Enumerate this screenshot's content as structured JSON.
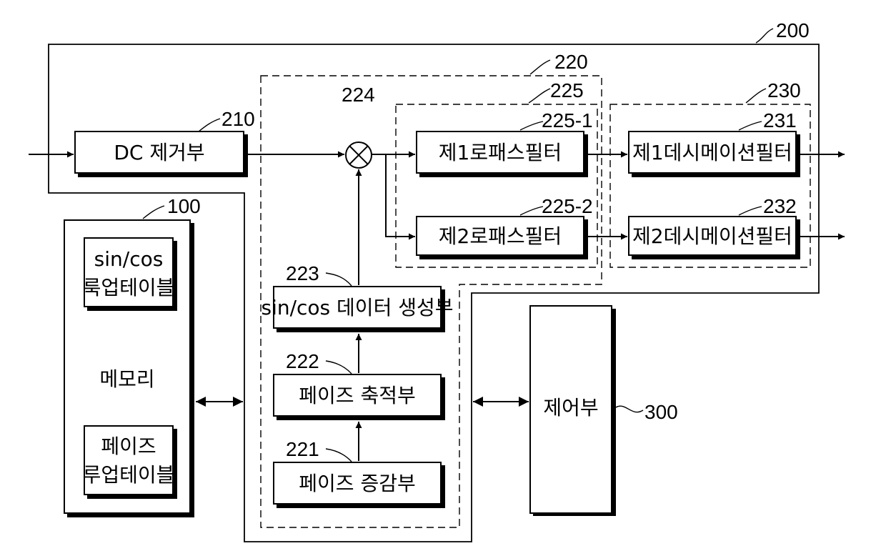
{
  "blocks": {
    "dc_remover": "DC 제거부",
    "lpf1": "제1로패스필터",
    "lpf2": "제2로패스필터",
    "decim1": "제1데시메이션필터",
    "decim2": "제2데시메이션필터",
    "sincos_gen": "sin/cos 데이터 생성부",
    "phase_acc": "페이즈 축적부",
    "phase_inc": "페이즈 증감부",
    "sincos_lut_line1": "sin/cos",
    "sincos_lut_line2": "룩업테이블",
    "memory": "메모리",
    "phase_lut_line1": "페이즈",
    "phase_lut_line2": "루업테이블",
    "controller": "제어부"
  },
  "refs": {
    "r200": "200",
    "r220": "220",
    "r225": "225",
    "r224": "224",
    "r230": "230",
    "r210": "210",
    "r225_1": "225-1",
    "r231": "231",
    "r100": "100",
    "r225_2": "225-2",
    "r232": "232",
    "r223": "223",
    "r222": "222",
    "r221": "221",
    "r300": "300"
  }
}
